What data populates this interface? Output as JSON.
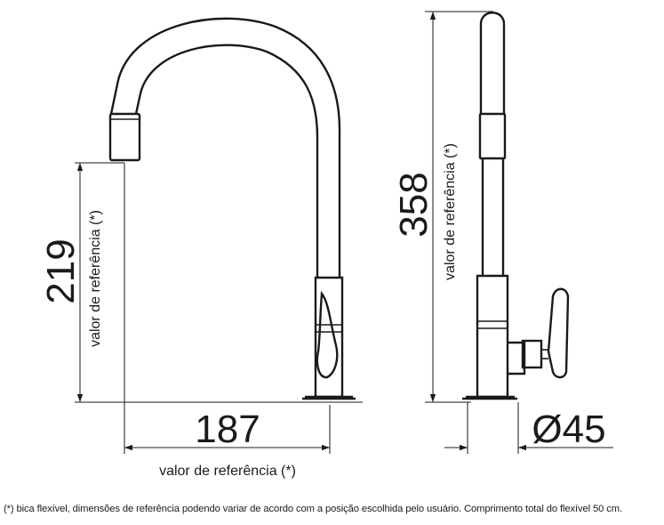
{
  "front_view": {
    "height_value": "219",
    "height_note": "valor de referência (*)",
    "reach_value": "187",
    "reach_note": "valor de referência (*)"
  },
  "side_view": {
    "height_value": "358",
    "height_note": "valor de referência (*)",
    "base_diameter": "Ø45"
  },
  "footnote": "(*) bica flexível, dimensões de referência podendo variar de acordo com a posição escolhida pelo usuário. Comprimento total do flexível 50 cm."
}
